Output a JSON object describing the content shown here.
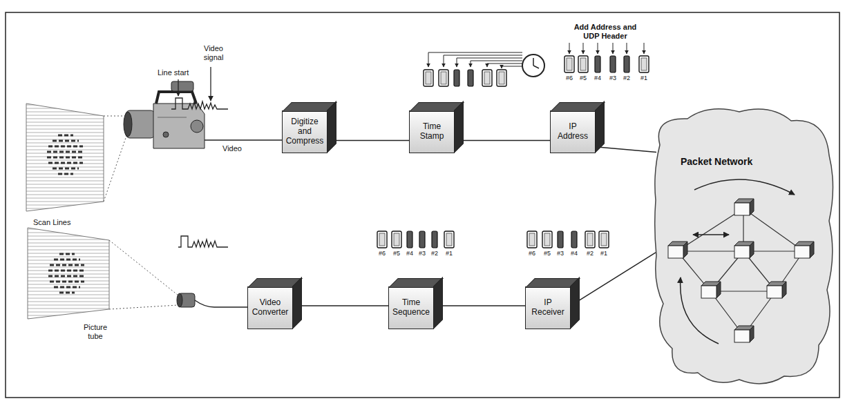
{
  "diagram": {
    "nodes": [
      {
        "text": [
          "Digitize and Compress"
        ]
      },
      {
        "text": [
          "Time Stamp"
        ]
      },
      {
        "text": [
          "IP Address"
        ]
      },
      {
        "text": [
          "Packet Network"
        ]
      },
      {
        "text": [
          "Video Converter"
        ]
      },
      {
        "text": [
          "Time Sequence"
        ]
      },
      {
        "text": [
          "IP Receiver"
        ]
      }
    ],
    "edges": [
      {
        "from": 0,
        "to": 1,
        "arrow": "none"
      },
      {
        "from": 1,
        "to": 2,
        "arrow": "none"
      },
      {
        "from": 2,
        "to": 3,
        "arrow": "none"
      },
      {
        "from": 3,
        "to": 6,
        "arrow": "none"
      },
      {
        "from": 6,
        "to": 5,
        "arrow": "none"
      },
      {
        "from": 5,
        "to": 4,
        "arrow": "none"
      }
    ],
    "labels": [
      "Line start",
      "Video signal",
      "Add Address and UDP Header",
      "#6",
      "#5",
      "#4",
      "#3",
      "#2",
      "#1",
      "Scan Lines",
      "Video",
      "#6",
      "#5",
      "#4",
      "#3",
      "#2",
      "#1",
      "#6",
      "#5",
      "#3",
      "#4",
      "#2",
      "#1",
      "Picture tube"
    ]
  }
}
